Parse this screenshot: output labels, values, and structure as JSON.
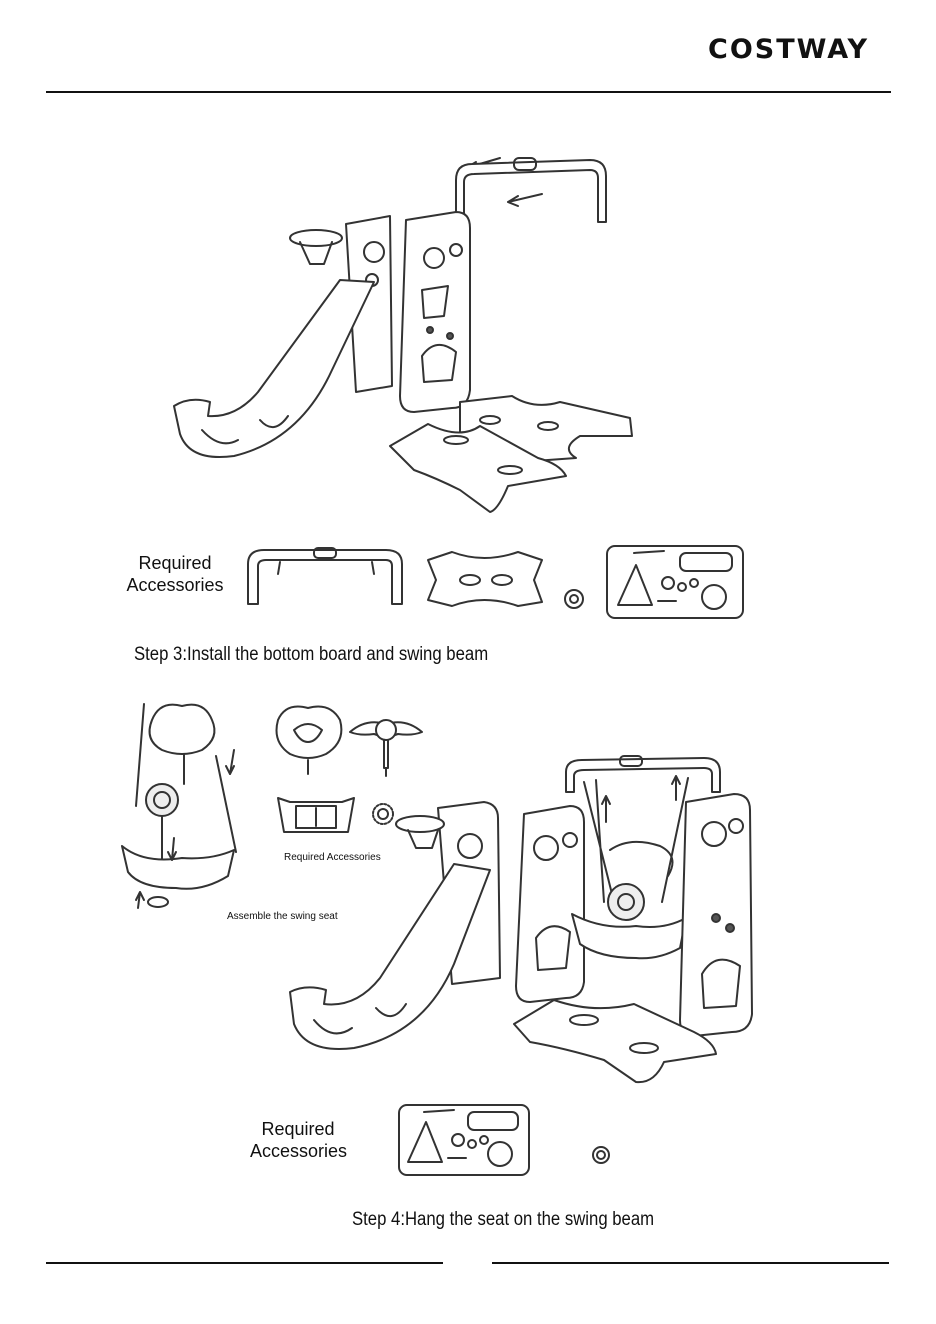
{
  "header": {
    "brand": "COSTWAY"
  },
  "step3": {
    "required_label_line1": "Required",
    "required_label_line2": "Accessories",
    "title": "Step 3:Install the bottom board and swing beam"
  },
  "step4": {
    "required_small": "Required Accessories",
    "assemble_caption": "Assemble the swing seat",
    "required_label_line1": "Required",
    "required_label_line2": "Accessories",
    "title": "Step 4:Hang the seat on the swing beam"
  }
}
